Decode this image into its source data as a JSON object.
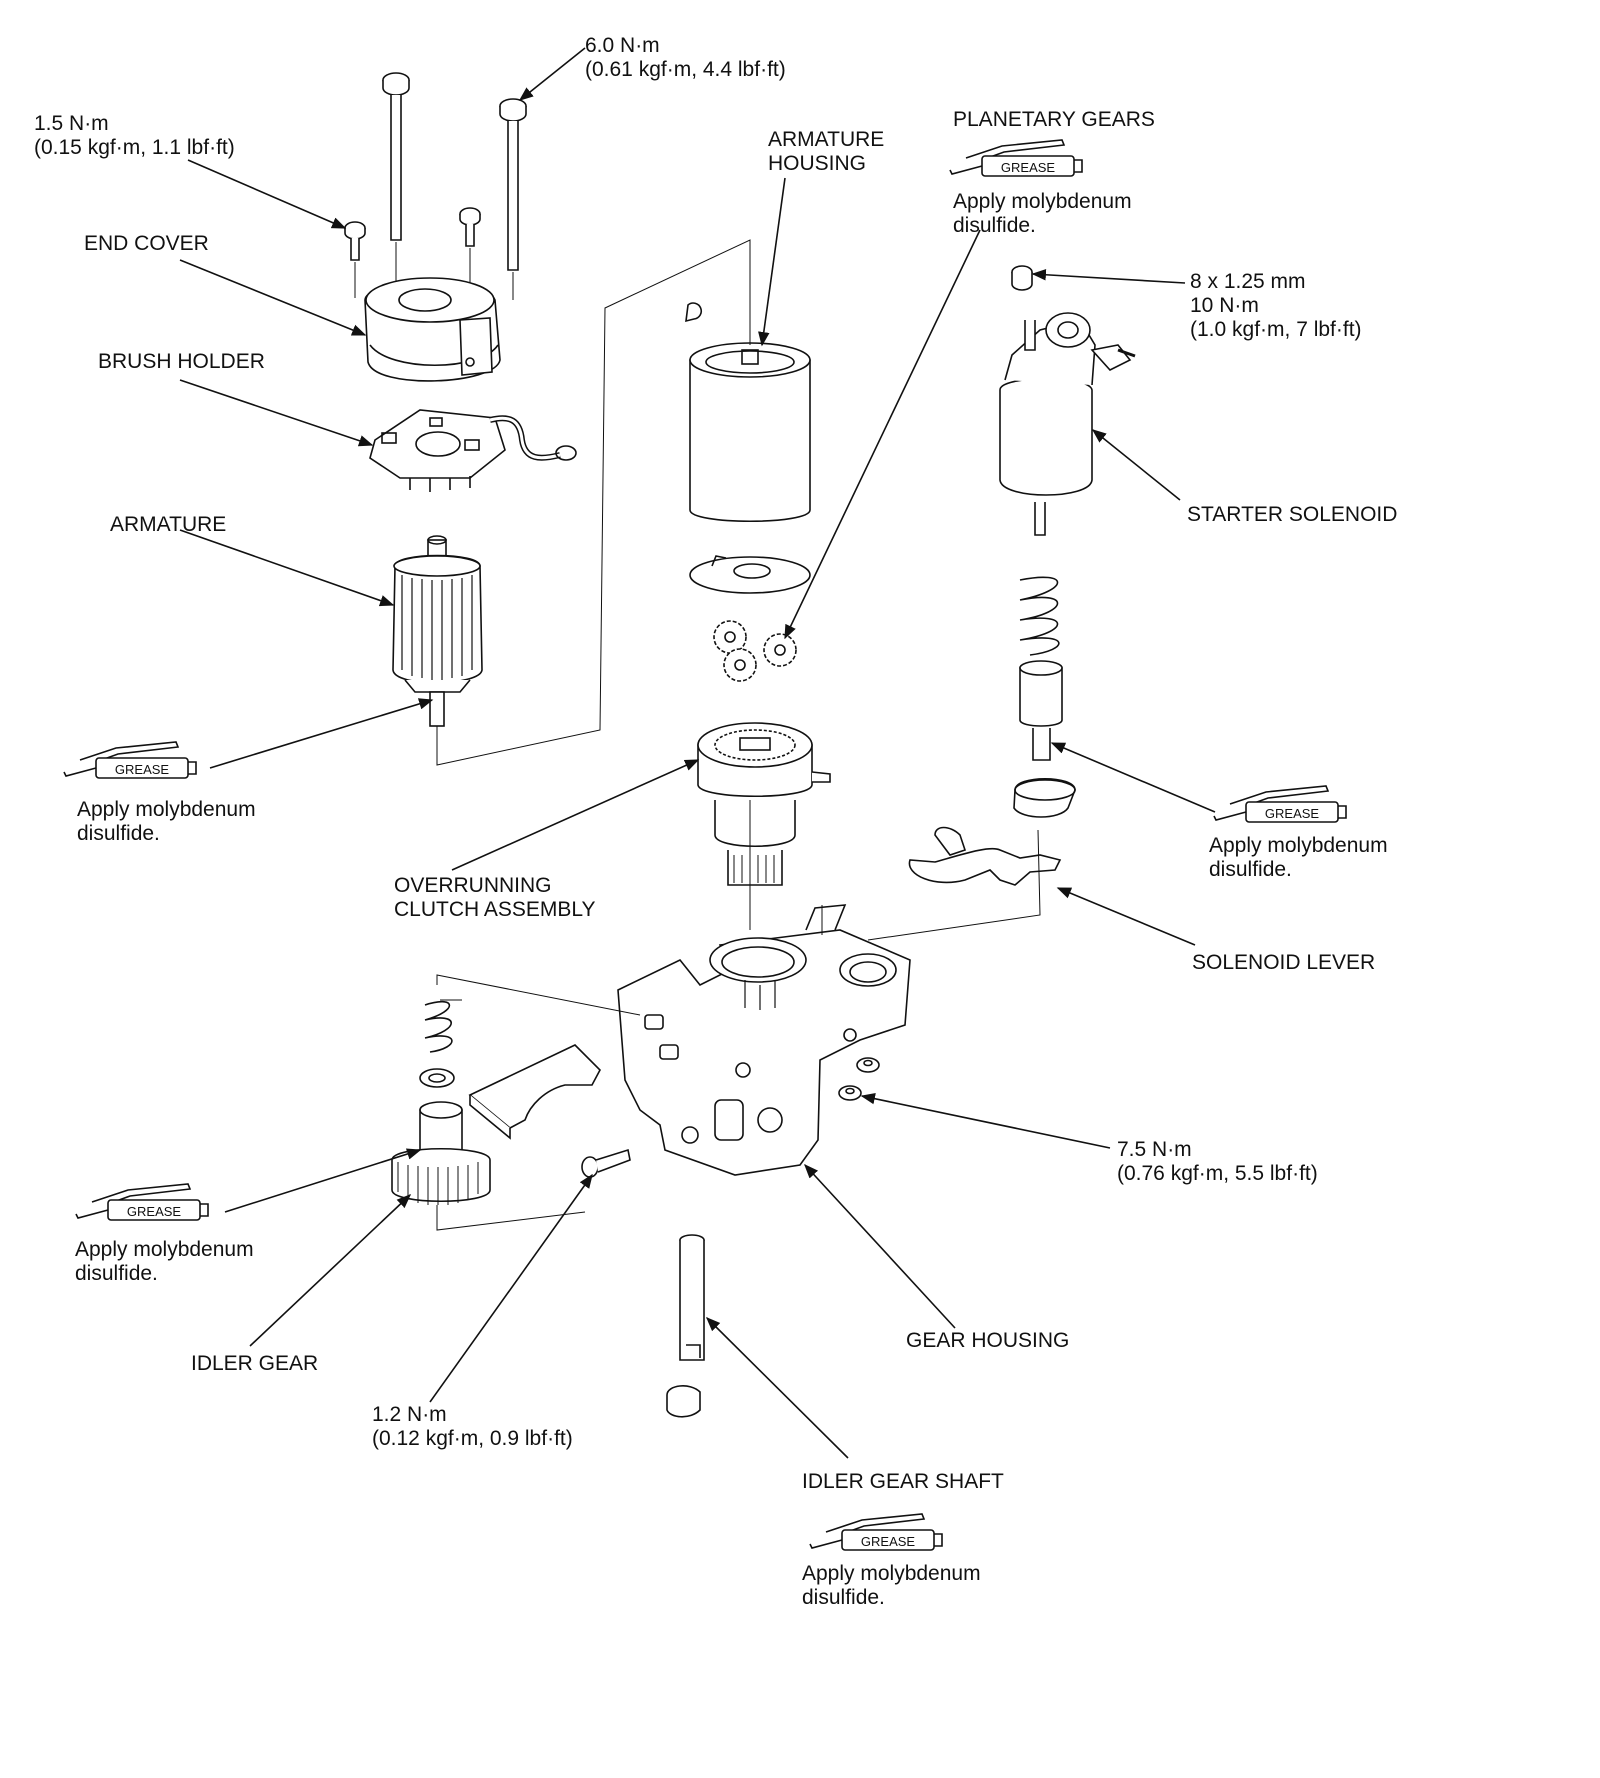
{
  "labels": {
    "torque_top_bolt": [
      "6.0 N·m",
      "(0.61 kgf·m, 4.4 lbf·ft)"
    ],
    "torque_end_cover_screw": [
      "1.5 N·m",
      "(0.15 kgf·m, 1.1 lbf·ft)"
    ],
    "end_cover": "END COVER",
    "brush_holder": "BRUSH HOLDER",
    "armature": "ARMATURE",
    "armature_housing": [
      "ARMATURE",
      "HOUSING"
    ],
    "planetary_gears": "PLANETARY GEARS",
    "solenoid_nut": [
      "8 x 1.25 mm",
      "10 N·m",
      "(1.0 kgf·m, 7 lbf·ft)"
    ],
    "starter_solenoid": "STARTER SOLENOID",
    "overrunning_clutch": [
      "OVERRUNNING",
      "CLUTCH ASSEMBLY"
    ],
    "solenoid_lever": "SOLENOID LEVER",
    "torque_housing_nut": [
      "7.5 N·m",
      "(0.76 kgf·m, 5.5 lbf·ft)"
    ],
    "gear_housing": "GEAR HOUSING",
    "idler_gear": "IDLER GEAR",
    "torque_small_bolt": [
      "1.2 N·m",
      "(0.12 kgf·m, 0.9 lbf·ft)"
    ],
    "idler_gear_shaft": "IDLER GEAR SHAFT"
  },
  "grease": {
    "tag": "GREASE",
    "note": [
      "Apply molybdenum",
      "disulfide."
    ]
  }
}
